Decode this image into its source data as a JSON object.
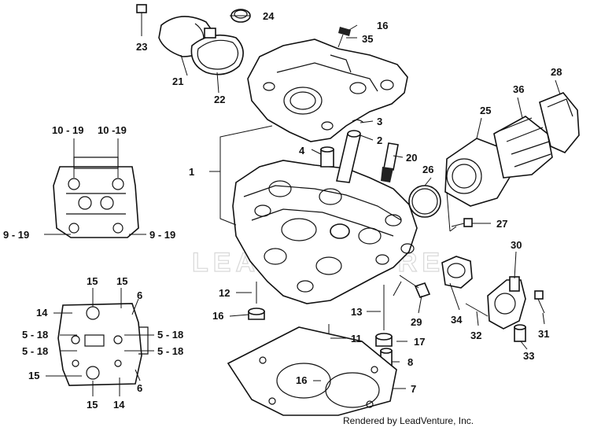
{
  "callouts": {
    "c1": "1",
    "c2": "2",
    "c3": "3",
    "c4": "4",
    "c5_18_a": "5 - 18",
    "c5_18_b": "5 - 18",
    "c5_18_c": "5 - 18",
    "c5_18_d": "5 - 18",
    "c6_a": "6",
    "c6_b": "6",
    "c7": "7",
    "c8": "8",
    "c9_19_l": "9 - 19",
    "c9_19_r": "9 - 19",
    "c10_19_a": "10 - 19",
    "c10_19_b": "10 -19",
    "c11": "11",
    "c12": "12",
    "c13": "13",
    "c14_a": "14",
    "c14_b": "14",
    "c15_a": "15",
    "c15_b": "15",
    "c15_c": "15",
    "c15_d": "15",
    "c16_a": "16",
    "c16_b": "16",
    "c16_c": "16",
    "c17": "17",
    "c20": "20",
    "c21": "21",
    "c22": "22",
    "c23": "23",
    "c24": "24",
    "c25": "25",
    "c26": "26",
    "c27": "27",
    "c28": "28",
    "c29": "29",
    "c30": "30",
    "c31": "31",
    "c32": "32",
    "c33": "33",
    "c34": "34",
    "c35": "35",
    "c36": "36"
  },
  "watermark": "LEADVENTURE",
  "credit": "Rendered by LeadVenture, Inc."
}
